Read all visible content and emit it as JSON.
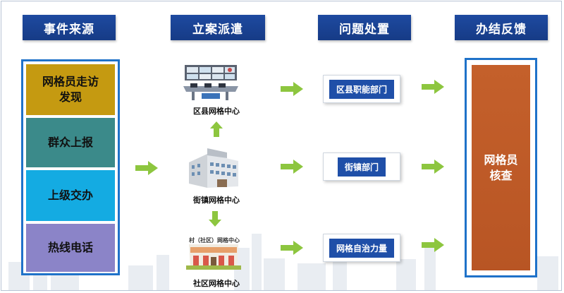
{
  "stages": {
    "source": "事件来源",
    "dispatch": "立案派遣",
    "handling": "问题处置",
    "feedback": "办结反馈"
  },
  "sources": [
    {
      "label": "网格员走访发现",
      "color": "#c59a11"
    },
    {
      "label": "群众上报",
      "color": "#3b8a8a"
    },
    {
      "label": "上级交办",
      "color": "#14abe2"
    },
    {
      "label": "热线电话",
      "color": "#8b84c8"
    }
  ],
  "centers": {
    "district": "区县网格中心",
    "street": "街镇网格中心",
    "community": "社区网格中心",
    "community_sign": "村（社区）网格中心"
  },
  "departments": {
    "district": "区县职能部门",
    "street": "街镇部门",
    "grid": "网格自治力量"
  },
  "feedback": "网格员\n核查",
  "colors": {
    "header": "#1a4393",
    "arrow": "#8dc63f",
    "border": "#1f72c9",
    "feedback_fill": "#c0592a",
    "dept_fill": "#1f4fa8"
  }
}
